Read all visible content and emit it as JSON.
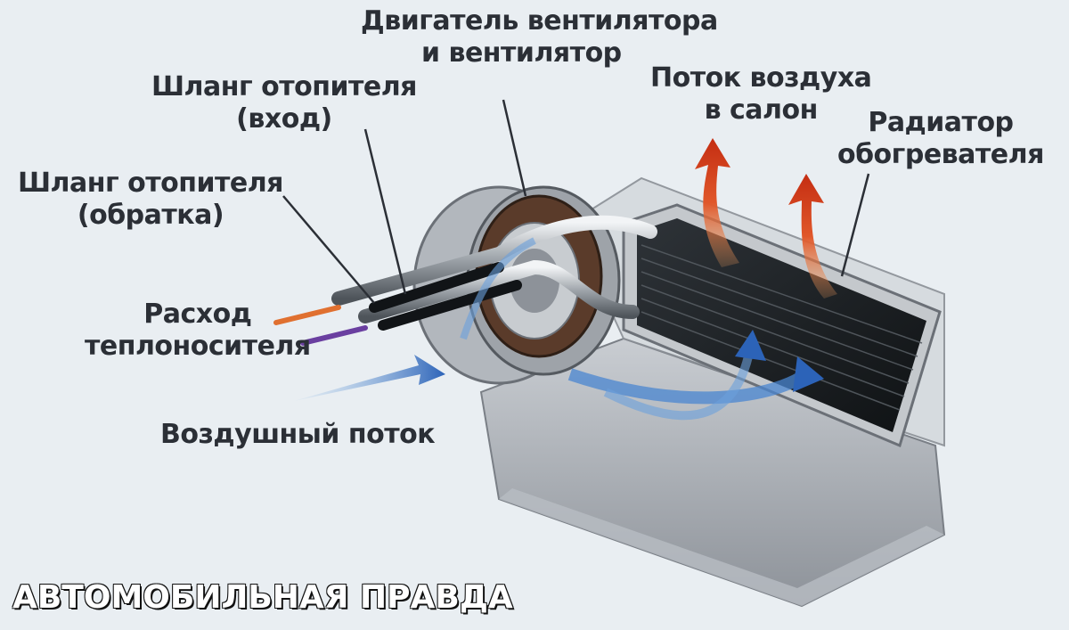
{
  "labels": {
    "fan_motor": [
      "Двигатель вентилятора",
      "и вентилятор"
    ],
    "hose_in": [
      "Шланг отопителя",
      "(вход)"
    ],
    "airflow_cabin": [
      "Поток воздуха",
      "в салон"
    ],
    "radiator": [
      "Радиатор",
      "обогревателя"
    ],
    "hose_return": [
      "Шланг отопителя",
      "(обратка)"
    ],
    "coolant_flow": [
      "Расход",
      "теплоносителя"
    ],
    "air_flow": "Воздушный поток"
  },
  "watermark": "АВТОМОБИЛЬНАЯ ПРАВДА",
  "colors": {
    "background": "#e9eef2",
    "text": "#2b2f36",
    "hot_arrow": "#d8461e",
    "cold_arrow": "#3a78c8",
    "coolant_orange": "#e07030",
    "coolant_purple": "#6a3fa0"
  }
}
